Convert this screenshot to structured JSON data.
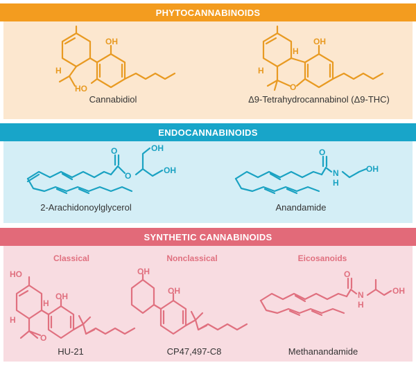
{
  "colors": {
    "phyto_band": "#F39C1F",
    "phyto_panel": "#FCE7CF",
    "phyto_stroke": "#E89A22",
    "endo_band": "#18A5C9",
    "endo_panel": "#D4EEF6",
    "endo_stroke": "#1AA2C2",
    "synth_band": "#E26A79",
    "synth_panel": "#F8DCE1",
    "synth_stroke": "#E0707F",
    "label_text": "#333333"
  },
  "sections": {
    "phyto": {
      "title": "PHYTOCANNABINOIDS",
      "molecules": [
        {
          "name": "Cannabidiol"
        },
        {
          "name": "Δ9-Tetrahydrocannabinol (Δ9-THC)"
        }
      ]
    },
    "endo": {
      "title": "ENDOCANNABINOIDS",
      "molecules": [
        {
          "name": "2-Arachidonoylglycerol"
        },
        {
          "name": "Anandamide"
        }
      ]
    },
    "synth": {
      "title": "SYNTHETIC CANNABINOIDS",
      "subcategories": [
        "Classical",
        "Nonclassical",
        "Eicosanoids"
      ],
      "molecules": [
        {
          "name": "HU-21"
        },
        {
          "name": "CP47,497-C8"
        },
        {
          "name": "Methanandamide"
        }
      ]
    }
  },
  "atom_labels": {
    "oh": "OH",
    "ho": "HO",
    "h": "H",
    "o": "O",
    "n": "N",
    "nh_h": "H"
  }
}
